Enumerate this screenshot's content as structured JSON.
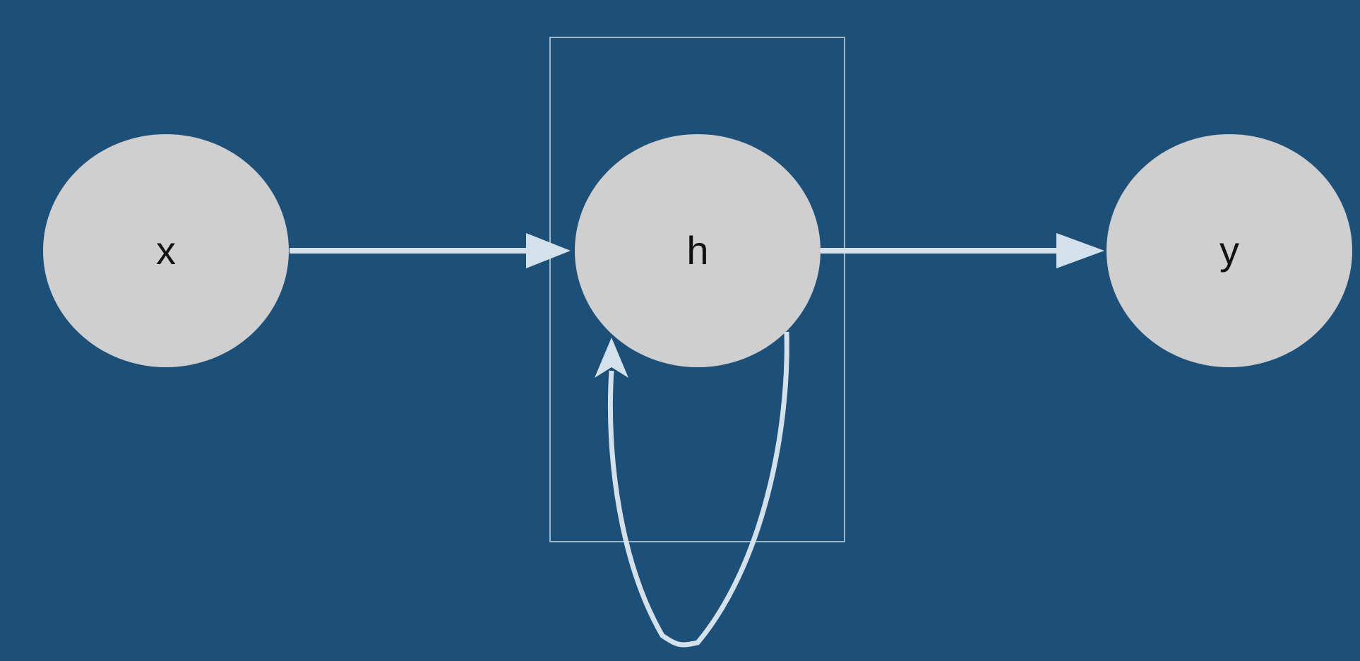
{
  "colors": {
    "background": "#1d5079",
    "node_fill": "#cfcfcf",
    "edge": "#d4e1ea",
    "label": "#111111",
    "frame": "#9db7c9"
  },
  "nodes": [
    {
      "id": "x",
      "label": "x"
    },
    {
      "id": "h",
      "label": "h"
    },
    {
      "id": "y",
      "label": "y"
    }
  ],
  "edges": [
    {
      "from": "x",
      "to": "h"
    },
    {
      "from": "h",
      "to": "y"
    },
    {
      "from": "h",
      "to": "h"
    }
  ]
}
